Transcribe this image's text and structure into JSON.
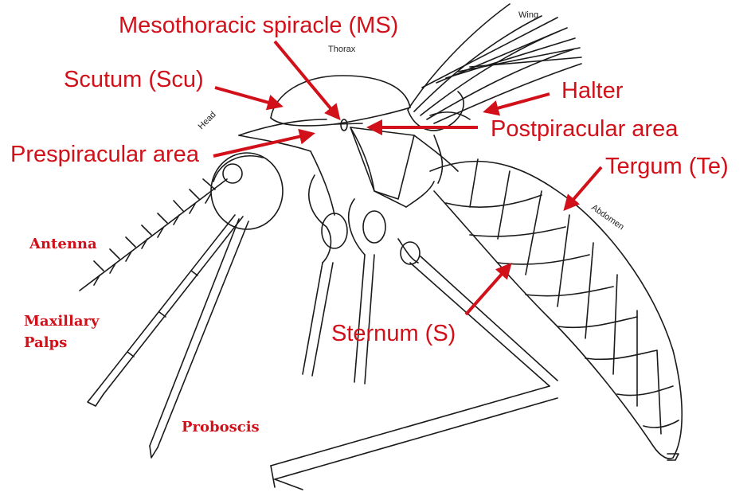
{
  "colors": {
    "label_red": "#d2101a",
    "line": "#1a1a1a"
  },
  "labels": {
    "mesothoracic_spiracle": "Mesothoracic spiracle (MS)",
    "scutum": "Scutum (Scu)",
    "prespiracular": "Prespiracular area",
    "halter": "Halter",
    "postpiracular": "Postpiracular area",
    "tergum": "Tergum (Te)",
    "sternum": "Sternum (S)",
    "antenna": "Antenna",
    "maxillary_palps_1": "Maxillary",
    "maxillary_palps_2": "Palps",
    "proboscis": "Proboscis"
  },
  "small_labels": {
    "wing": "Wing",
    "thorax": "Thorax",
    "head": "Head",
    "abdomen": "Abdomen"
  }
}
